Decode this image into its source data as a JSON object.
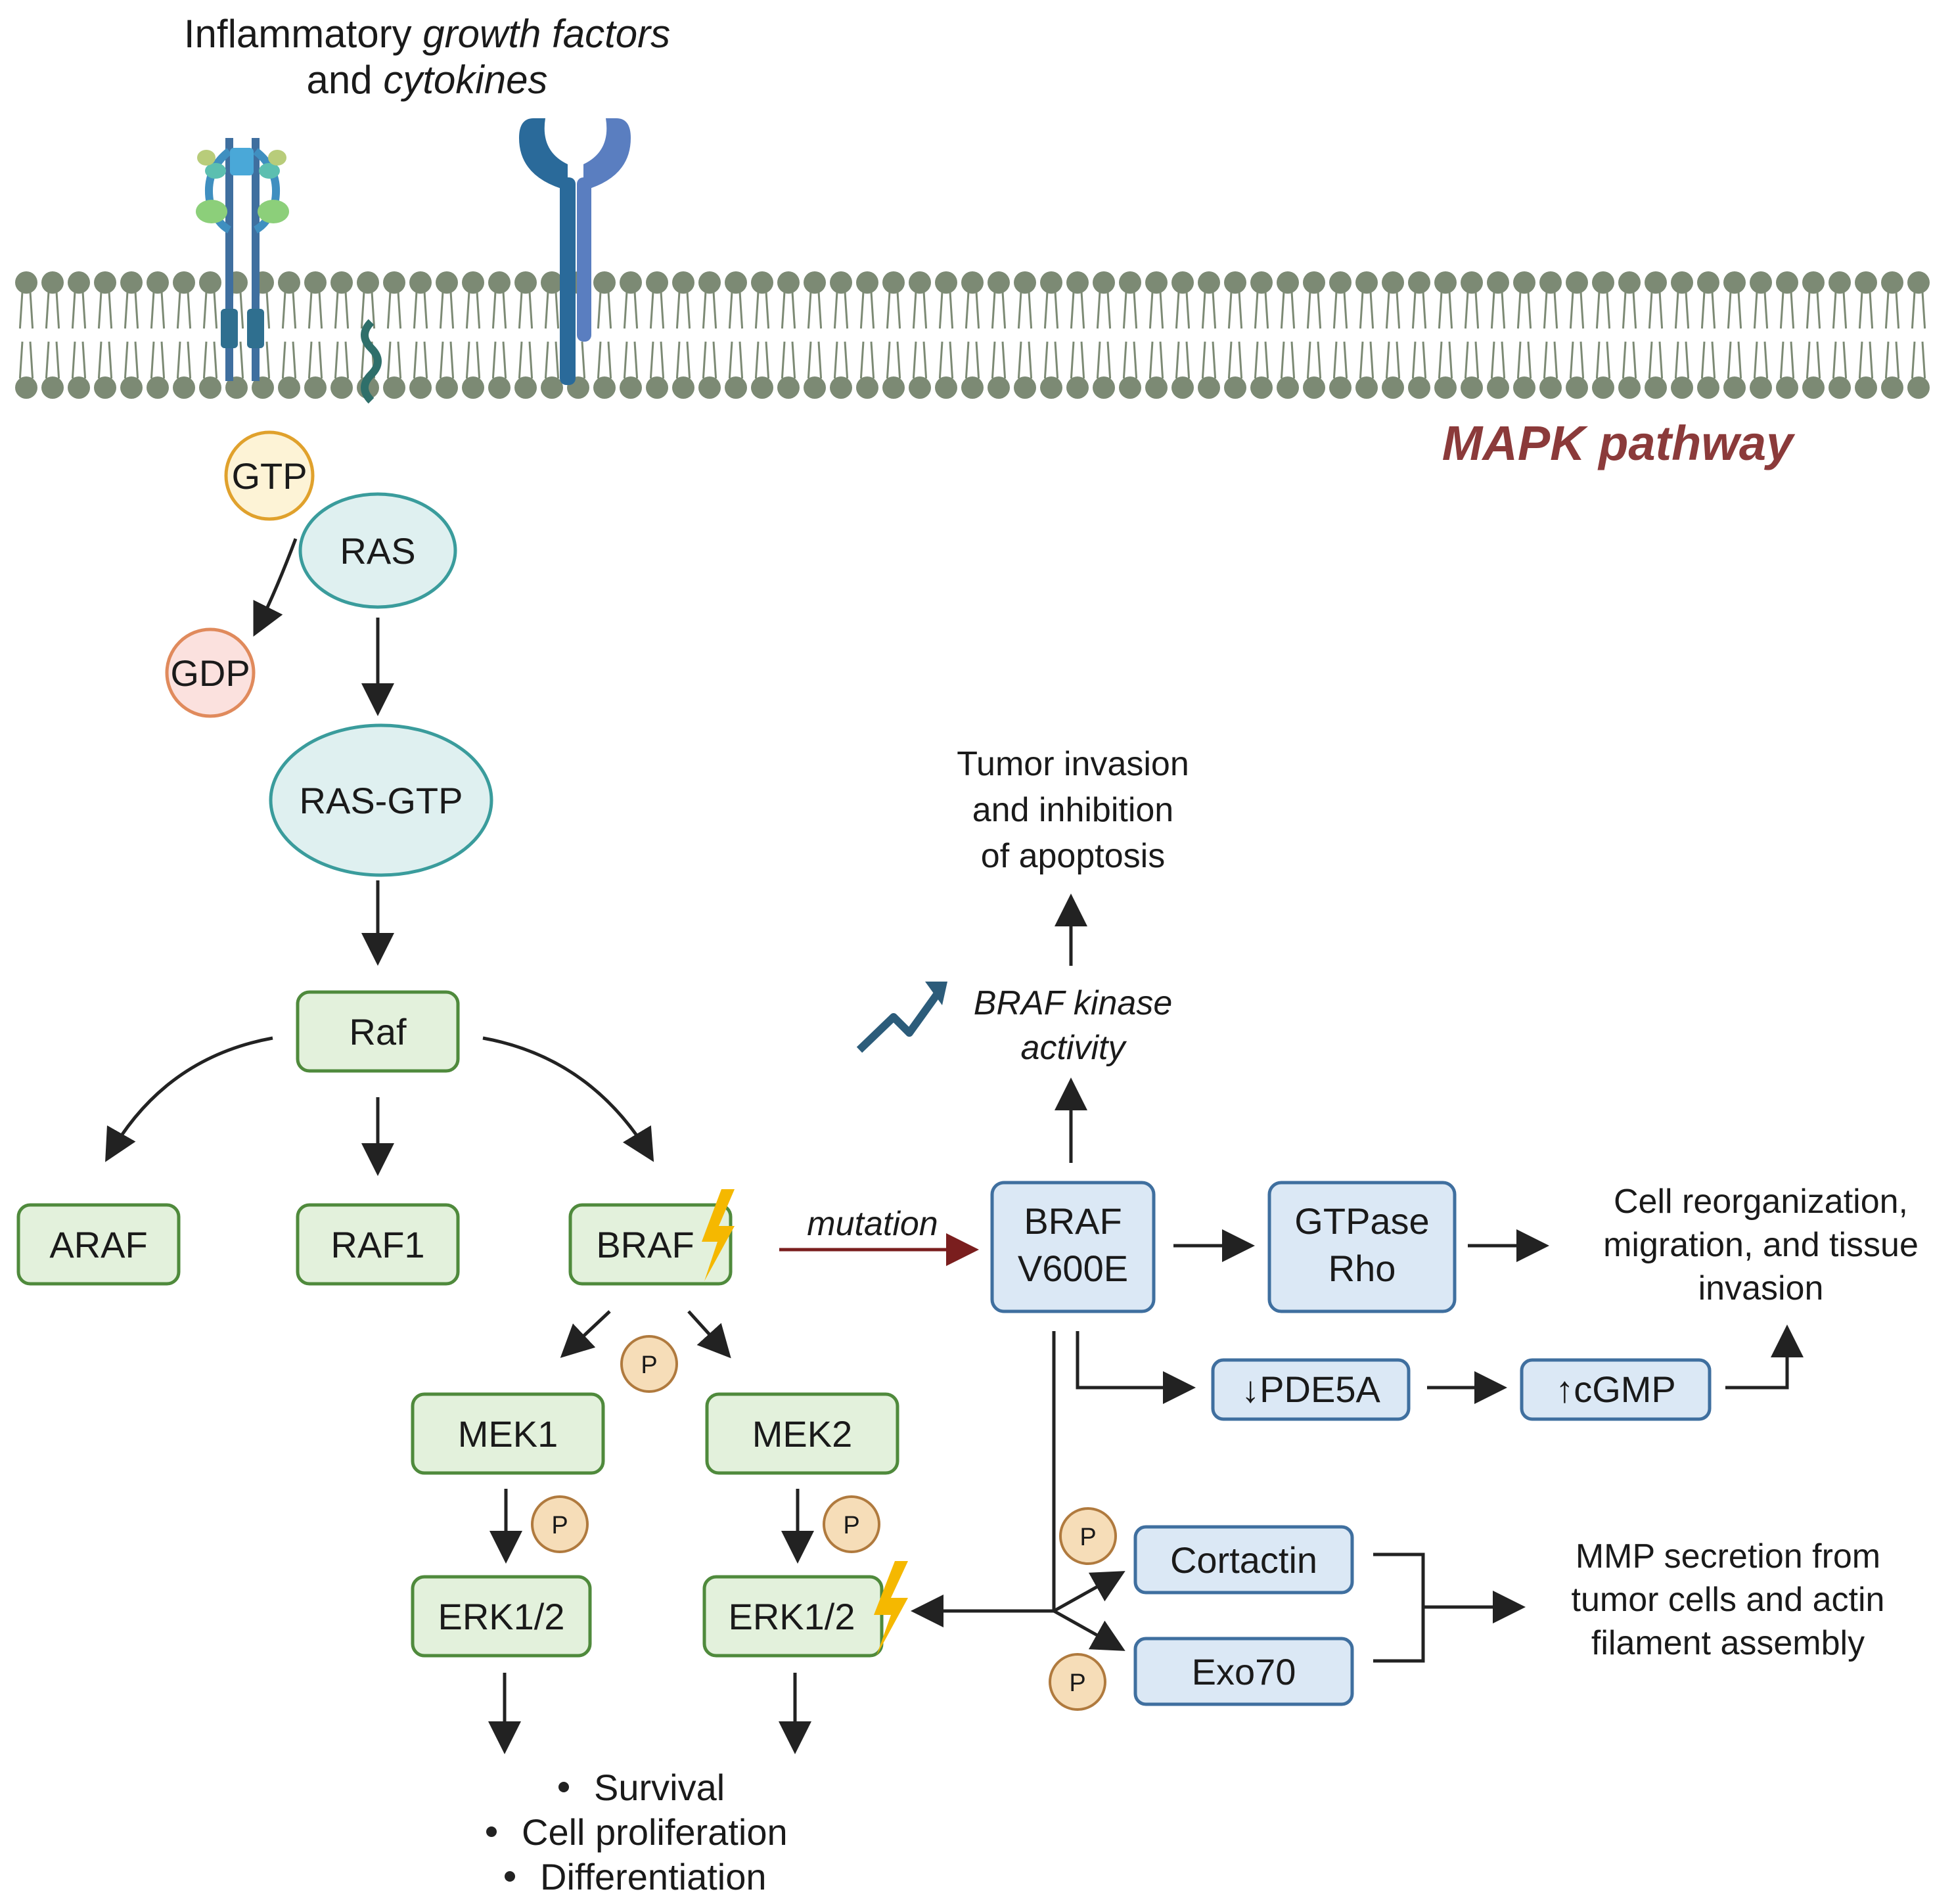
{
  "header": {
    "line1_a": "Inflammatory ",
    "line1_b": "growth factors",
    "line2_a": "and ",
    "line2_b": "cytokines"
  },
  "pathway_title": "MAPK pathway",
  "nodes": {
    "gtp": "GTP",
    "ras": "RAS",
    "gdp": "GDP",
    "ras_gtp": "RAS-GTP",
    "raf": "Raf",
    "araf": "ARAF",
    "raf1": "RAF1",
    "braf": "BRAF",
    "mek1": "MEK1",
    "mek2": "MEK2",
    "erk_left": "ERK1/2",
    "erk_right": "ERK1/2",
    "braf_v600e_line1": "BRAF",
    "braf_v600e_line2": "V600E",
    "gtpase_line1": "GTPase",
    "gtpase_line2": "Rho",
    "pde5a": "↓PDE5A",
    "cgmp": "↑cGMP",
    "cortactin": "Cortactin",
    "exo70": "Exo70",
    "phospho": "P"
  },
  "labels": {
    "mutation": "mutation",
    "kinase_line1": "BRAF kinase",
    "kinase_line2": "activity",
    "tumor_line1": "Tumor invasion",
    "tumor_line2": "and inhibition",
    "tumor_line3": "of apoptosis",
    "cell_line1": "Cell reorganization,",
    "cell_line2": "migration, and tissue",
    "cell_line3": "invasion",
    "mmp_line1": "MMP secretion from",
    "mmp_line2": "tumor cells and actin",
    "mmp_line3": "filament assembly"
  },
  "outcomes": [
    "Survival",
    "Cell proliferation",
    "Differentiation"
  ],
  "colors": {
    "membrane": "#7c8a74",
    "green_fill": "#e3f1dc",
    "green_stroke": "#4f8a3c",
    "blue_fill": "#dbe8f5",
    "blue_stroke": "#3f6f9f",
    "teal_fill": "#dff0f0",
    "teal_stroke": "#3a9c9c",
    "gtp_fill": "#fdf3d6",
    "gtp_stroke": "#e0a12c",
    "gdp_fill": "#fbe1de",
    "gdp_stroke": "#e08a5c",
    "phospho_fill": "#f6ddb8",
    "phospho_stroke": "#b07a3e",
    "title": "#8b3a3a",
    "mutation_arrow": "#7a1e1e",
    "bolt": "#f5b800",
    "trend_arrow": "#2c5c7a"
  },
  "icons": [
    "receptor-dimer-icon",
    "receptor-y-icon",
    "lipid-bilayer",
    "lightning-bolt-icon",
    "trend-up-arrow-icon",
    "ras-anchor-icon"
  ]
}
